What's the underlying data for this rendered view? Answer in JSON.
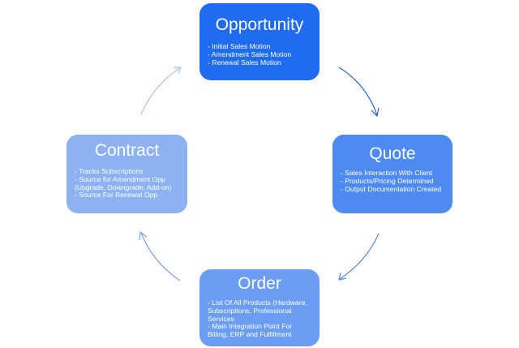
{
  "nodes": {
    "opportunity": {
      "title": "Opportunity",
      "items": [
        "- Initial Sales Motion",
        "- Amendment Sales Motion",
        "- Renewal Sales Motion"
      ]
    },
    "quote": {
      "title": "Quote",
      "items": [
        "- Sales Interaction With Client",
        "- Products/Pricing Determined",
        "- Output Documentation Created"
      ]
    },
    "order": {
      "title": "Order",
      "items": [
        "- List Of All Products (Hardware, Subscriptions, Professional Services",
        "- Main Integration Point For Billing, ERP and Fulfillment"
      ]
    },
    "contract": {
      "title": "Contract",
      "items": [
        "- Tracks Subscriptions",
        "- Source for Amendment Opp (Upgrade, Downgrade, Add-on)",
        "- Source For Renewal Opp"
      ]
    }
  },
  "colors": {
    "opportunity": "#1f6cf0",
    "quote": "#4d8bf2",
    "order": "#6a9df3",
    "contract": "#8db2f2",
    "arrow_dark": "#2f63c7",
    "arrow_light": "#a8c3ef"
  },
  "edges": [
    {
      "from": "opportunity",
      "to": "quote"
    },
    {
      "from": "quote",
      "to": "order"
    },
    {
      "from": "order",
      "to": "contract"
    },
    {
      "from": "contract",
      "to": "opportunity"
    }
  ]
}
